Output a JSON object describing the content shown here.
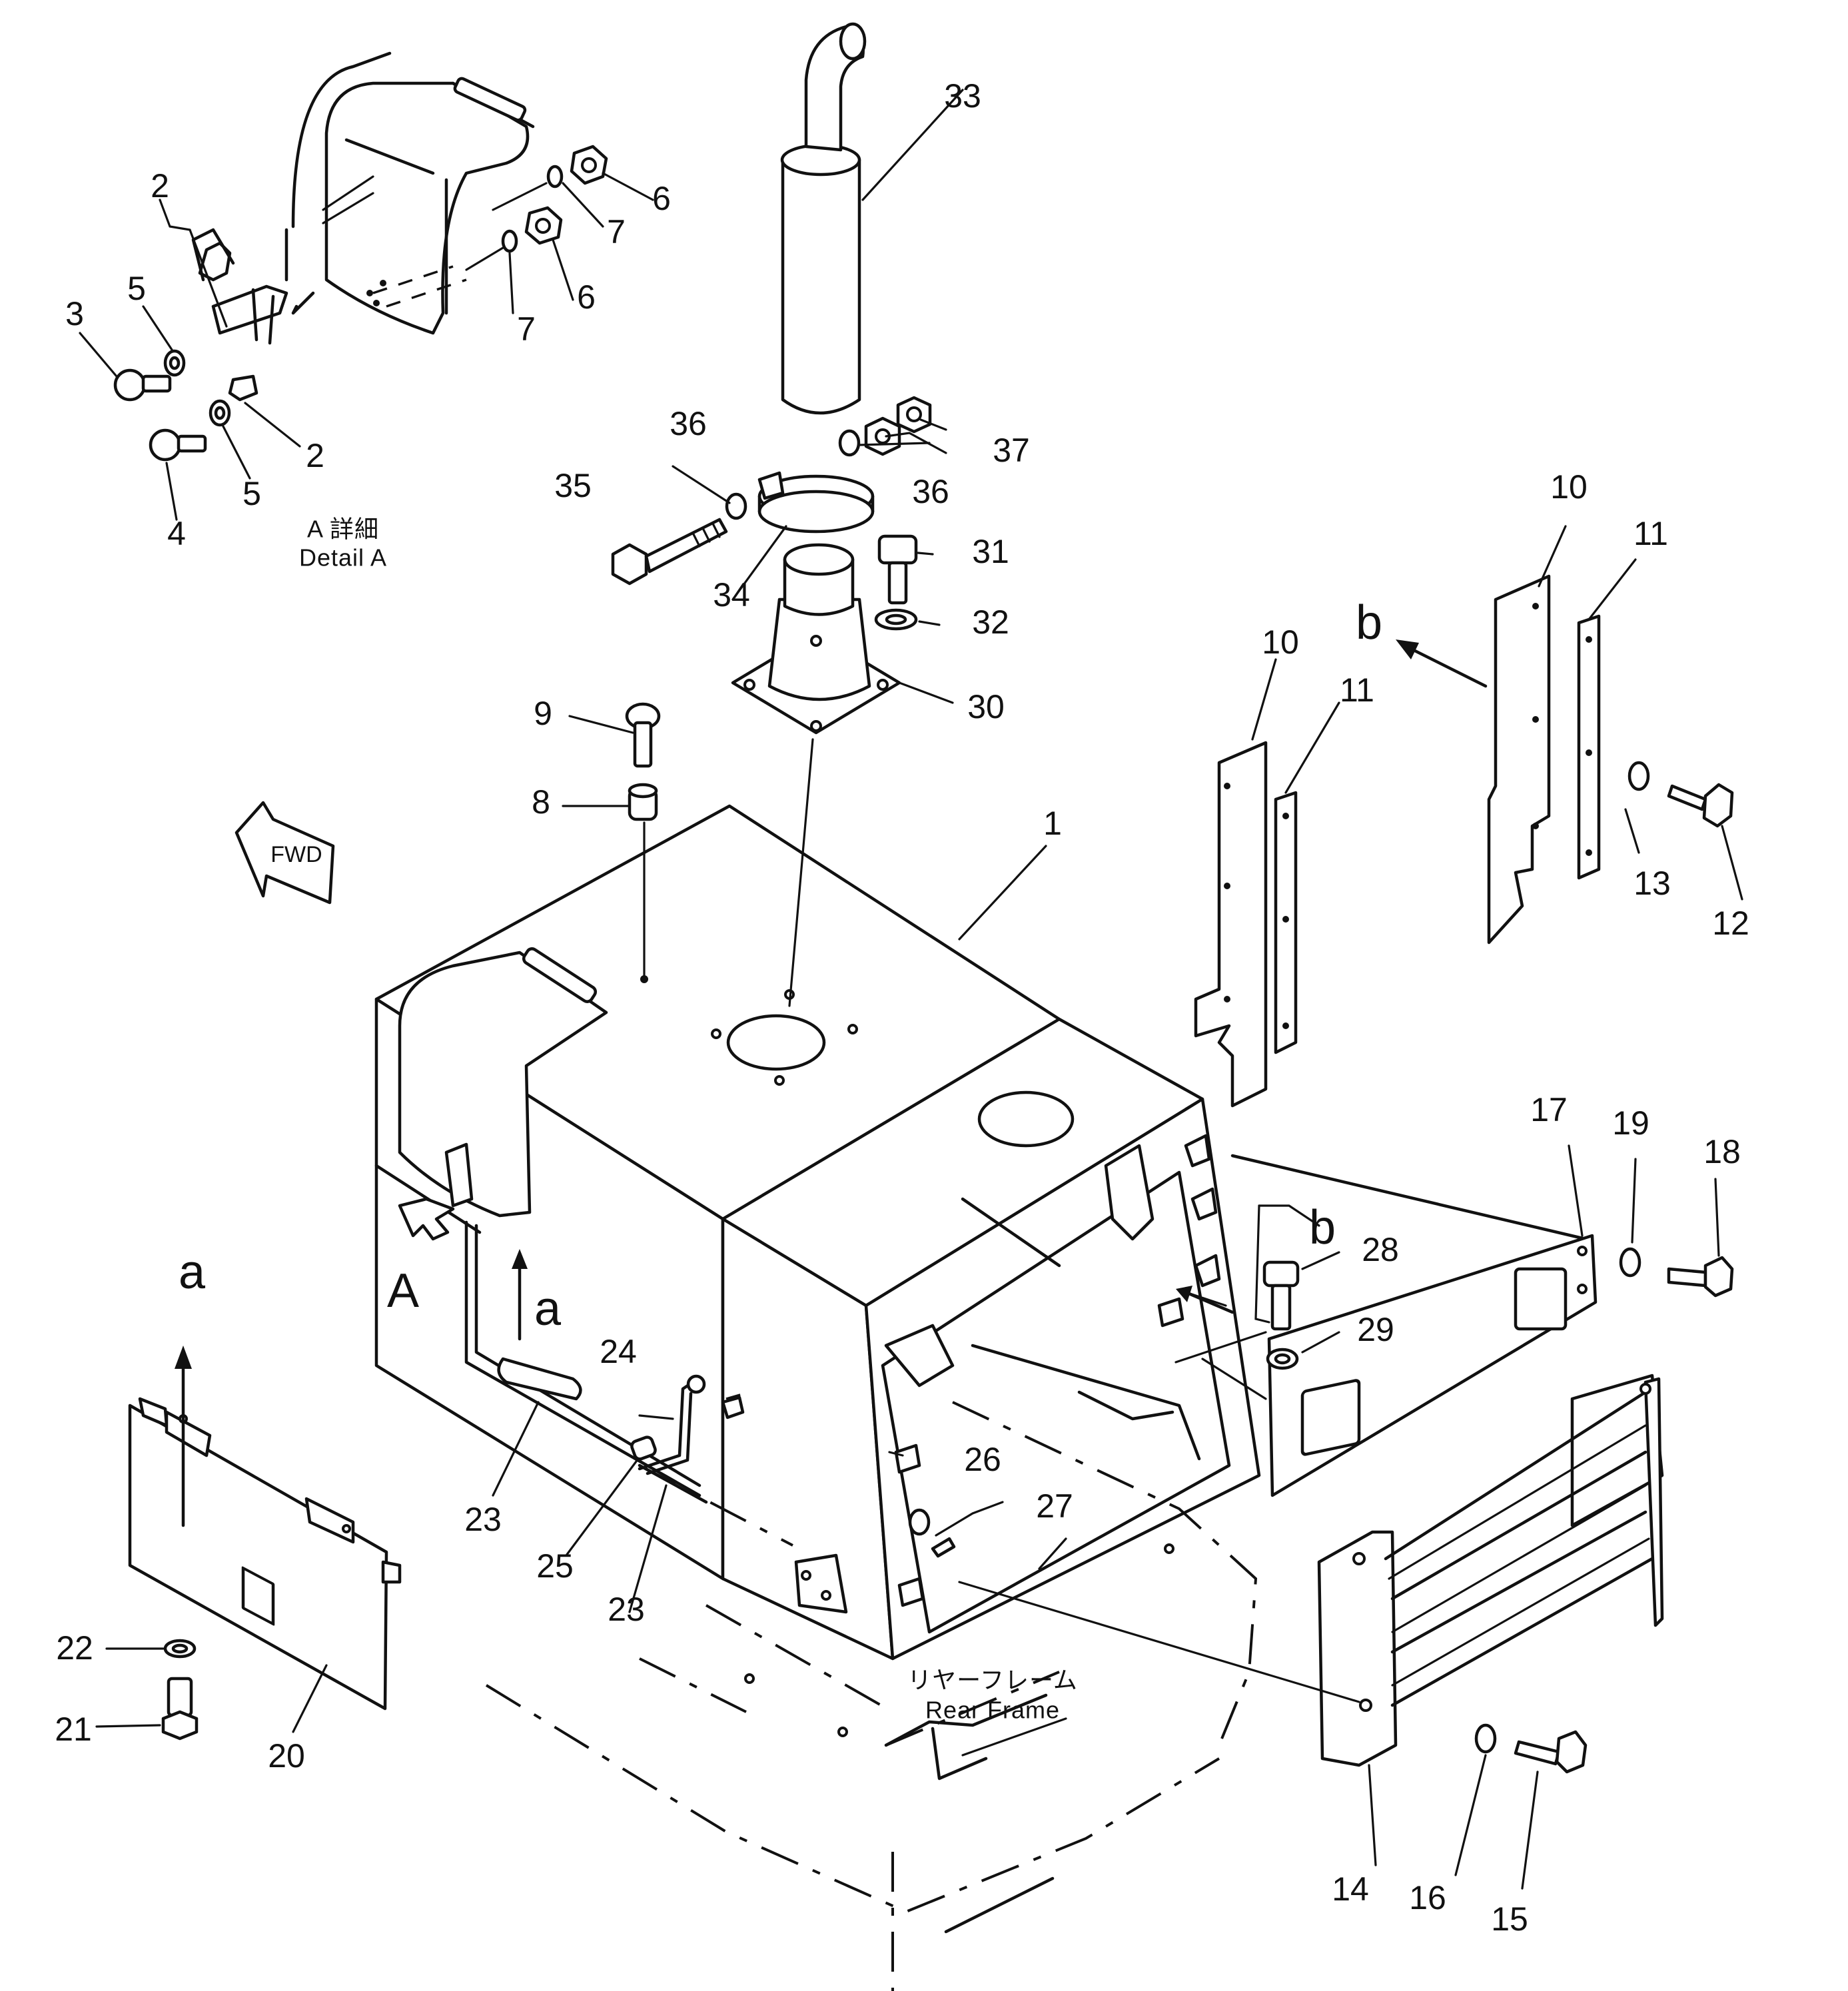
{
  "callouts": {
    "c1": "1",
    "c2a": "2",
    "c2b": "2",
    "c3": "3",
    "c4": "4",
    "c5a": "5",
    "c5b": "5",
    "c6a": "6",
    "c6b": "6",
    "c7a": "7",
    "c7b": "7",
    "c8": "8",
    "c9": "9",
    "c10a": "10",
    "c10b": "10",
    "c11a": "11",
    "c11b": "11",
    "c12": "12",
    "c13": "13",
    "c14": "14",
    "c15": "15",
    "c16": "16",
    "c17": "17",
    "c18": "18",
    "c19": "19",
    "c20": "20",
    "c21": "21",
    "c22": "22",
    "c23a": "23",
    "c23b": "23",
    "c24": "24",
    "c25": "25",
    "c26": "26",
    "c27": "27",
    "c28": "28",
    "c29": "29",
    "c30": "30",
    "c31": "31",
    "c32": "32",
    "c33": "33",
    "c34": "34",
    "c35": "35",
    "c36a": "36",
    "c36b": "36",
    "c37": "37"
  },
  "view_letters": {
    "A": "A",
    "a_left": "a",
    "a_mid": "a",
    "b_top": "b",
    "b_mid": "b"
  },
  "detail_caption": {
    "jp": "A 詳細",
    "en": "Detail A"
  },
  "fwd_label": "FWD",
  "rear_frame": {
    "jp": "リヤーフレーム",
    "en": "Rear Frame"
  }
}
